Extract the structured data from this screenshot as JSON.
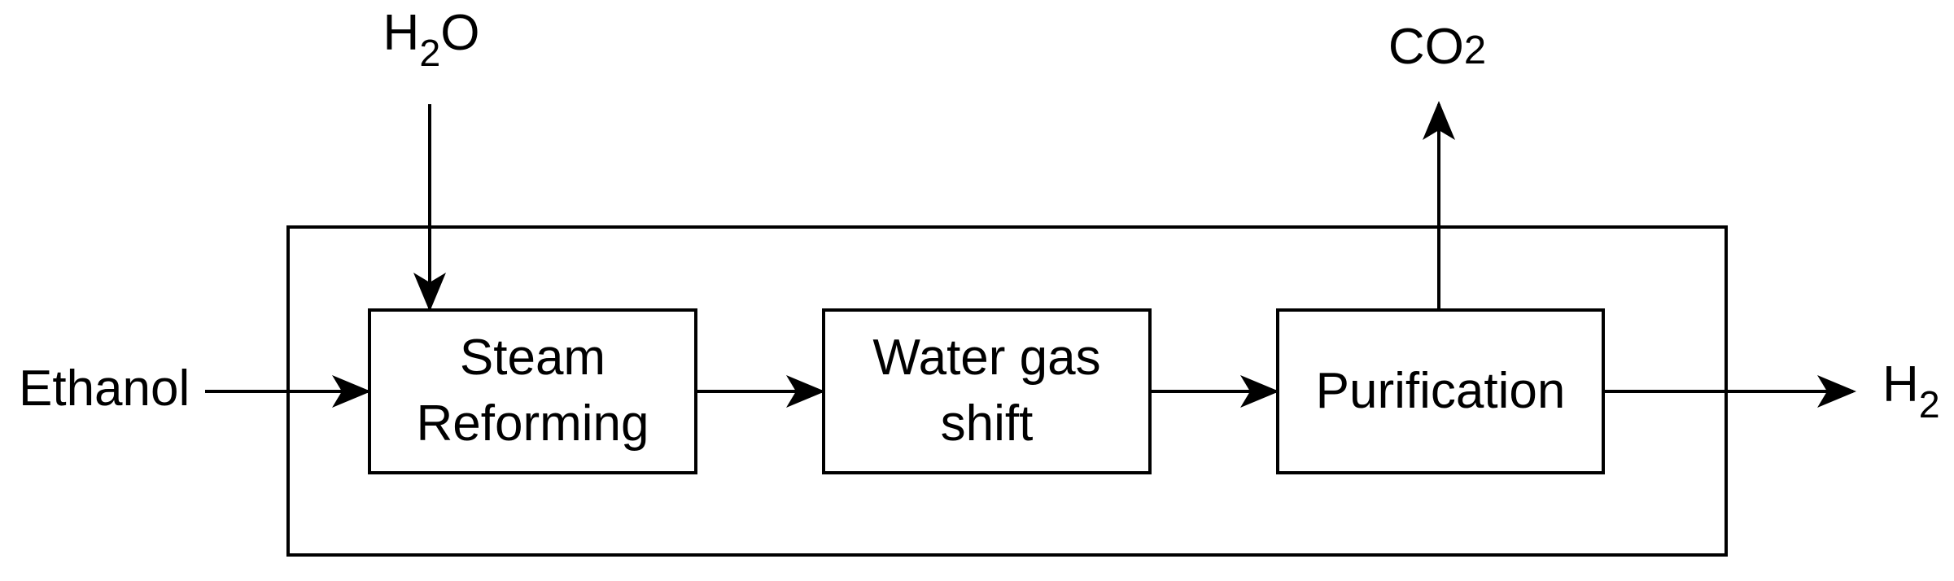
{
  "diagram": {
    "type": "process-flow",
    "colors": {
      "stroke": "#000000",
      "text": "#000000",
      "background": "#ffffff"
    },
    "nodes": [
      {
        "id": "steam-reforming",
        "label": "Steam\nReforming"
      },
      {
        "id": "water-gas-shift",
        "label": "Water gas\nshift"
      },
      {
        "id": "purification",
        "label": "Purification"
      }
    ],
    "labels": {
      "ethanol": "Ethanol",
      "h2o": {
        "pre": "H",
        "sub": "2",
        "post": "O"
      },
      "co2": {
        "pre": "CO",
        "num": "2"
      },
      "h2": {
        "pre": "H",
        "sub": "2"
      }
    },
    "flows": [
      {
        "from": "Ethanol",
        "to": "Steam Reforming"
      },
      {
        "from": "H2O",
        "to": "Steam Reforming"
      },
      {
        "from": "Steam Reforming",
        "to": "Water gas shift"
      },
      {
        "from": "Water gas shift",
        "to": "Purification"
      },
      {
        "from": "Purification",
        "to": "CO2"
      },
      {
        "from": "Purification",
        "to": "H2"
      }
    ]
  }
}
